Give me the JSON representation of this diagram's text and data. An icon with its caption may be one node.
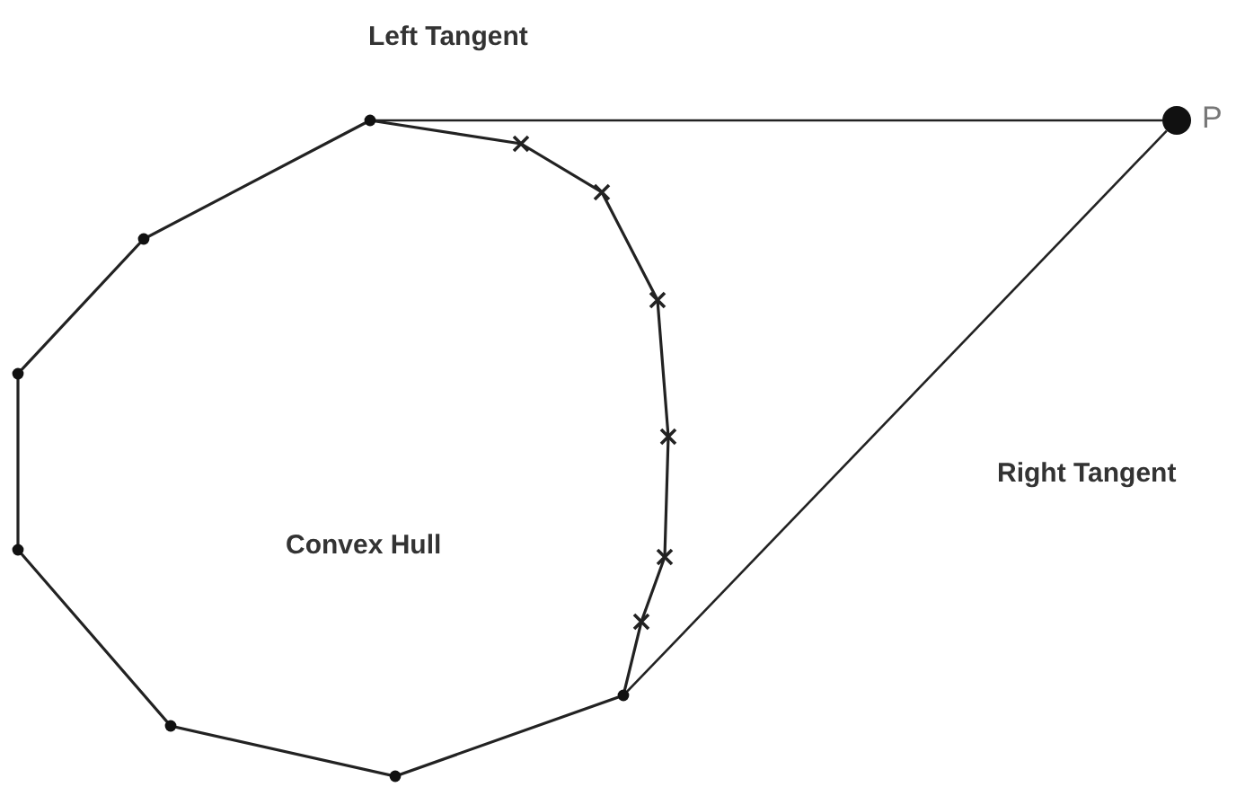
{
  "diagram": {
    "nodes": [
      {
        "text": [
          "Convex Hull"
        ]
      },
      {
        "text": [],
        "shape": "circle",
        "beside": [
          "P"
        ]
      }
    ],
    "edges": [
      {
        "from": 0,
        "to": 1,
        "arrow": "none"
      },
      {
        "from": 0,
        "to": 1,
        "arrow": "none"
      }
    ],
    "labels": [
      "Left Tangent",
      "Right Tangent"
    ]
  }
}
